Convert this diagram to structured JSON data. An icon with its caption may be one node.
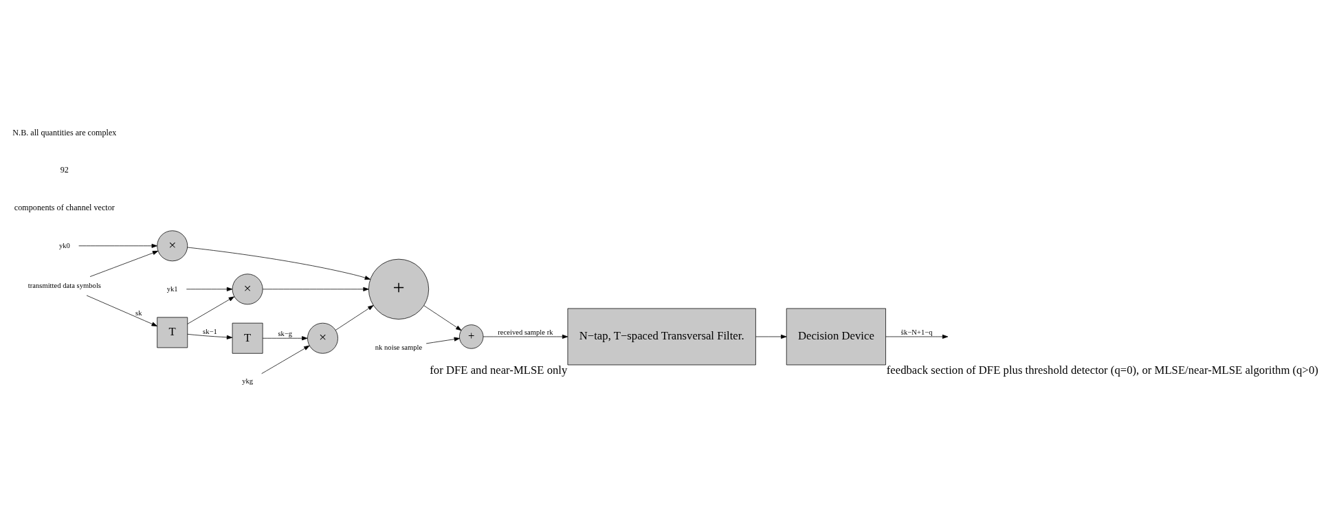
{
  "diagram": {
    "nodes": [
      {
        "text": [
          "transmitted data symbols"
        ]
      },
      {
        "text": [
          "T"
        ]
      },
      {
        "text": [
          "T"
        ]
      },
      {
        "text": [
          "×"
        ]
      },
      {
        "text": [
          "×"
        ]
      },
      {
        "text": [
          "×"
        ]
      },
      {
        "text": [
          "+"
        ]
      },
      {
        "text": [
          "+"
        ]
      },
      {
        "text": [
          "N−tap, T−spaced Transversal Filter."
        ],
        "beside": [
          "for DFE and near-MLSE only"
        ]
      },
      {
        "text": [
          "Decision Device"
        ],
        "beside": [
          "feedback section of DFE plus threshold detector (q=0), or MLSE/near-MLSE algorithm (q>0)"
        ]
      },
      {
        "text": [
          "yk0"
        ]
      },
      {
        "text": [
          "yk1"
        ]
      },
      {
        "text": [
          "ykg"
        ]
      },
      {
        "text": [
          "nk noise sample"
        ]
      }
    ],
    "edges": [
      {
        "from": 0,
        "to": 1,
        "arrow": "to",
        "label": "sk"
      },
      {
        "from": 0,
        "to": 3,
        "arrow": "to"
      },
      {
        "from": 1,
        "to": 2,
        "arrow": "to",
        "label": "sk−1"
      },
      {
        "from": 1,
        "to": 4,
        "arrow": "to"
      },
      {
        "from": 2,
        "to": 5,
        "arrow": "to",
        "label": "sk−g"
      },
      {
        "from": 10,
        "to": 3,
        "arrow": "to"
      },
      {
        "from": 11,
        "to": 4,
        "arrow": "to"
      },
      {
        "from": 12,
        "to": 5,
        "arrow": "to"
      },
      {
        "from": 3,
        "to": 6,
        "arrow": "to"
      },
      {
        "from": 4,
        "to": 6,
        "arrow": "to"
      },
      {
        "from": 5,
        "to": 6,
        "arrow": "to"
      },
      {
        "from": 6,
        "to": 7,
        "arrow": "to"
      },
      {
        "from": 13,
        "to": 7,
        "arrow": "to"
      },
      {
        "from": 7,
        "to": 8,
        "arrow": "to",
        "label": "received sample rk"
      },
      {
        "from": 8,
        "to": 9,
        "arrow": "to"
      },
      {
        "from": 9,
        "to": null,
        "arrow": "to",
        "label": "ŝk−N+1−q"
      }
    ],
    "labels": [
      "components of channel vector",
      "92",
      "N.B. all quantities are complex"
    ]
  }
}
